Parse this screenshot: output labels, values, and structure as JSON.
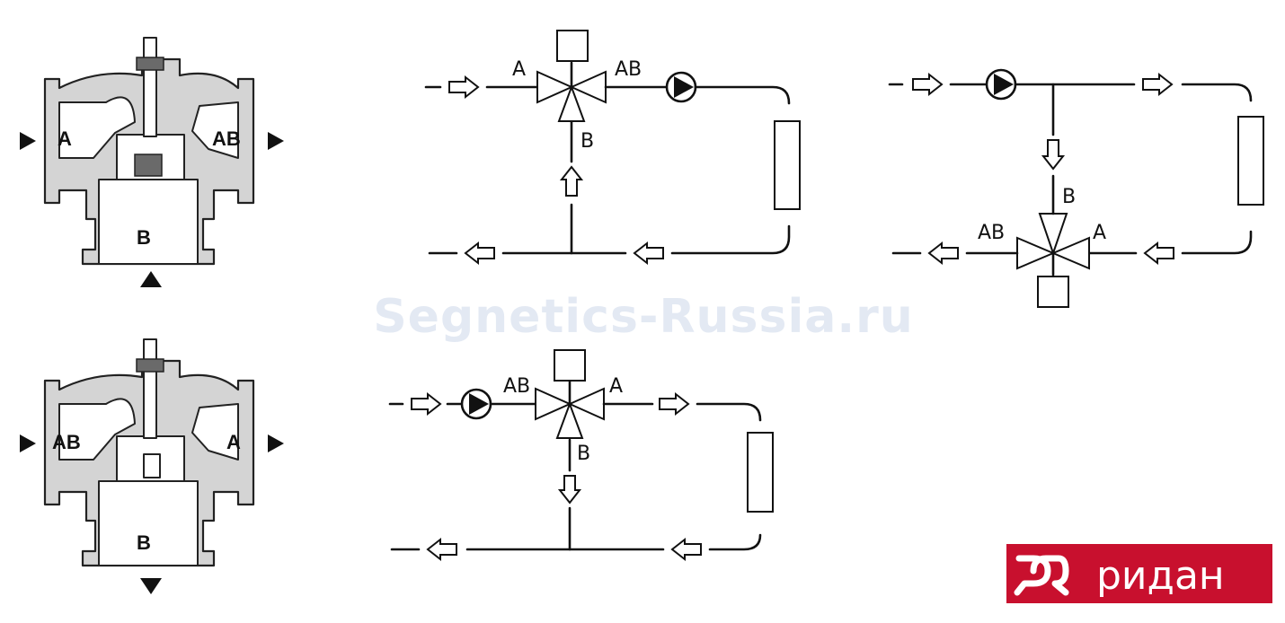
{
  "watermark": "Segnetics-Russia.ru",
  "brand": {
    "name": "ридан",
    "color": "#c8102e"
  },
  "valve_top": {
    "port_left": "A",
    "port_right": "AB",
    "port_bottom": "B"
  },
  "valve_bottom": {
    "port_left": "AB",
    "port_right": "A",
    "port_bottom": "B"
  },
  "scheme_top": {
    "a": "A",
    "ab": "AB",
    "b": "B"
  },
  "scheme_right": {
    "a": "A",
    "ab": "AB",
    "b": "B"
  },
  "scheme_bottom": {
    "a": "A",
    "ab": "AB",
    "b": "B"
  }
}
